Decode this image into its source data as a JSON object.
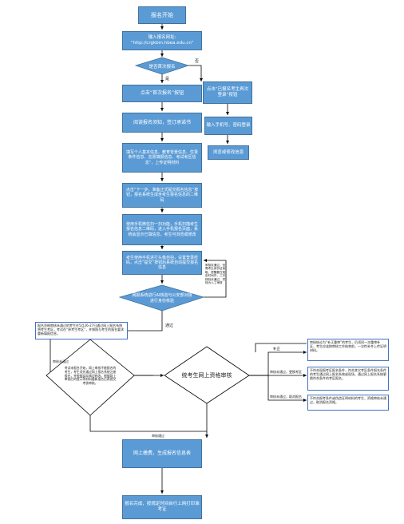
{
  "nodes": {
    "start": "报名开始",
    "input_url": "输入报名网址:\n“http://crgkbm.hbea.edu.cn”",
    "decision_first": "是否首次报名",
    "click_first": "点击“首次报名”按钮",
    "read_notice": "阅读报名须知，签订承诺书",
    "fill_info": "填写个人基本信息、教育背景信息、优录条件信息、志愿填报信息、考试考区信息”，上传证明材料",
    "submit_qr": "点击“下一步，准备正式提交报名信息”按钮，报名系统生成含考生报名信息的二维码",
    "scan_qr": "使用手机微信扫一扫功能，手机扫描考生报名信息二维码，进入手机报名页面，系统会显示已填信息，考生可浏览或修改",
    "face_photo": "考生使用手机进行头像自拍，设置登录密码，点击“提交”按钮后系统自动提交报名信息",
    "ai_check": "网报系统进行AI核验与公安部对接进行身份核验",
    "login_again": "点击“已报名考生再次登录”按钮",
    "input_phone": "输入手机号、密码登录",
    "browse_edit": "浏览或修改信息",
    "qual_review": "统考生网上资格审核",
    "pay": "网上缴费，生成报名信息表",
    "finish": "报名完成，按规定时间自行上网打印准考证"
  },
  "labels": {
    "no": "否",
    "yes": "是",
    "pass": "通过",
    "fail": "审核未通过",
    "approved": "审核通过",
    "supplement": "补正",
    "fail_change": "审核未通过，更换考区",
    "fail_cancel": "审核未通过，取消报名"
  },
  "notes": {
    "ai_fail": "审核未通过，但需考生身份证读取、提醒要在规定时间内，三次核验未通过，须转为人工审核",
    "ai_flow": "报名资格审核未通过的考生在5月26-27日通过网上报名系统将考生考区，考试在“原考生考区”，并按照与考生的报名要求重新填报信息。",
    "decision_side": "考试未报名开始，网上审核不能报名的考生，考生须先通过网上报名系统注册报名，并根据实际情况修改，根据网上审核后的提示等材料重新报名后再提交考核审核。",
    "supplement_note": "审核结论为“补正重审”的考生，仍须同一次重审补证，考生应该按审核工作结束前，一次性补齐上传证明材料。",
    "change_note": "不符合现报考区报名条件，符合其它考区条件报名条件的考生通过网上报名系统或现场，通过网上报名系统更换符合条件的考区报名。",
    "cancel_note": "不符合报考条件或伪造证明材料的考生，资格审核未通过，取消报名资格。"
  },
  "colors": {
    "node_fill": "#5b9bd5",
    "node_border": "#41719c",
    "line": "#000000",
    "note_border": "#4472c4"
  }
}
